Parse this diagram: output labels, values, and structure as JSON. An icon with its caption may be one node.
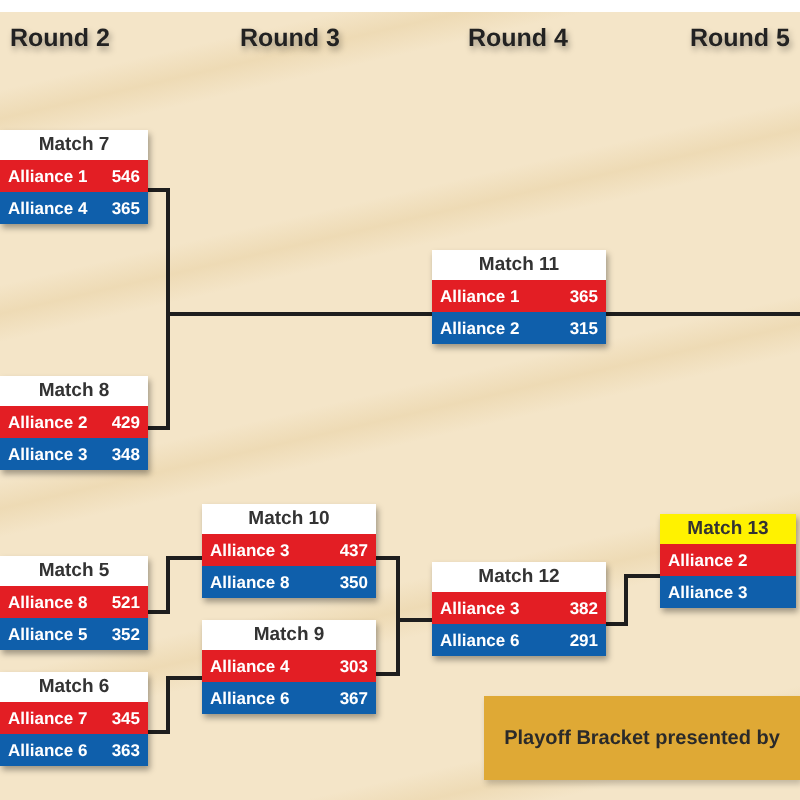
{
  "diagram": {
    "nodes": [
      {
        "text": [
          "Match 7"
        ]
      },
      {
        "text": [
          "Alliance 1",
          "546"
        ],
        "in": 0
      },
      {
        "text": [
          "Alliance 4",
          "365"
        ],
        "in": 0
      },
      {
        "text": [
          "Match 8"
        ]
      },
      {
        "text": [
          "Alliance 2",
          "429"
        ],
        "in": 3
      },
      {
        "text": [
          "Alliance 3",
          "348"
        ],
        "in": 3
      },
      {
        "text": [
          "Match 5"
        ]
      },
      {
        "text": [
          "Alliance 8",
          "521"
        ],
        "in": 6
      },
      {
        "text": [
          "Alliance 5",
          "352"
        ],
        "in": 6
      },
      {
        "text": [
          "Match 6"
        ]
      },
      {
        "text": [
          "Alliance 7",
          "345"
        ],
        "in": 9
      },
      {
        "text": [
          "Alliance 6",
          "363"
        ],
        "in": 9
      },
      {
        "text": [
          "Match 10"
        ]
      },
      {
        "text": [
          "Alliance 3",
          "437"
        ],
        "in": 12
      },
      {
        "text": [
          "Alliance 8",
          "350"
        ],
        "in": 12
      },
      {
        "text": [
          "Match 9"
        ]
      },
      {
        "text": [
          "Alliance 4",
          "303"
        ],
        "in": 15
      },
      {
        "text": [
          "Alliance 6",
          "367"
        ],
        "in": 15
      },
      {
        "text": [
          "Match 11"
        ]
      },
      {
        "text": [
          "Alliance 1",
          "365"
        ],
        "in": 18
      },
      {
        "text": [
          "Alliance 2",
          "315"
        ],
        "in": 18
      },
      {
        "text": [
          "Match 12"
        ]
      },
      {
        "text": [
          "Alliance 3",
          "382"
        ],
        "in": 21
      },
      {
        "text": [
          "Alliance 6",
          "291"
        ],
        "in": 21
      },
      {
        "text": [
          "Match 13"
        ]
      },
      {
        "text": [
          "Alliance 2"
        ],
        "in": 24
      },
      {
        "text": [
          "Alliance 3"
        ],
        "in": 24
      },
      {
        "text": [
          "Playoff Bracket presented by"
        ]
      }
    ],
    "edges": [
      {
        "from": 0,
        "to": 18,
        "arrow": "none"
      },
      {
        "from": 3,
        "to": 18,
        "arrow": "none"
      },
      {
        "from": 6,
        "to": 12,
        "arrow": "none"
      },
      {
        "from": 9,
        "to": 15,
        "arrow": "none"
      },
      {
        "from": 12,
        "to": 21,
        "arrow": "none"
      },
      {
        "from": 15,
        "to": 21,
        "arrow": "none"
      },
      {
        "from": 21,
        "to": 24,
        "arrow": "none"
      },
      {
        "from": 18,
        "to": null,
        "arrow": "none"
      }
    ],
    "labels": [
      "Round 2",
      "Round 3",
      "Round 4",
      "Round 5"
    ]
  }
}
